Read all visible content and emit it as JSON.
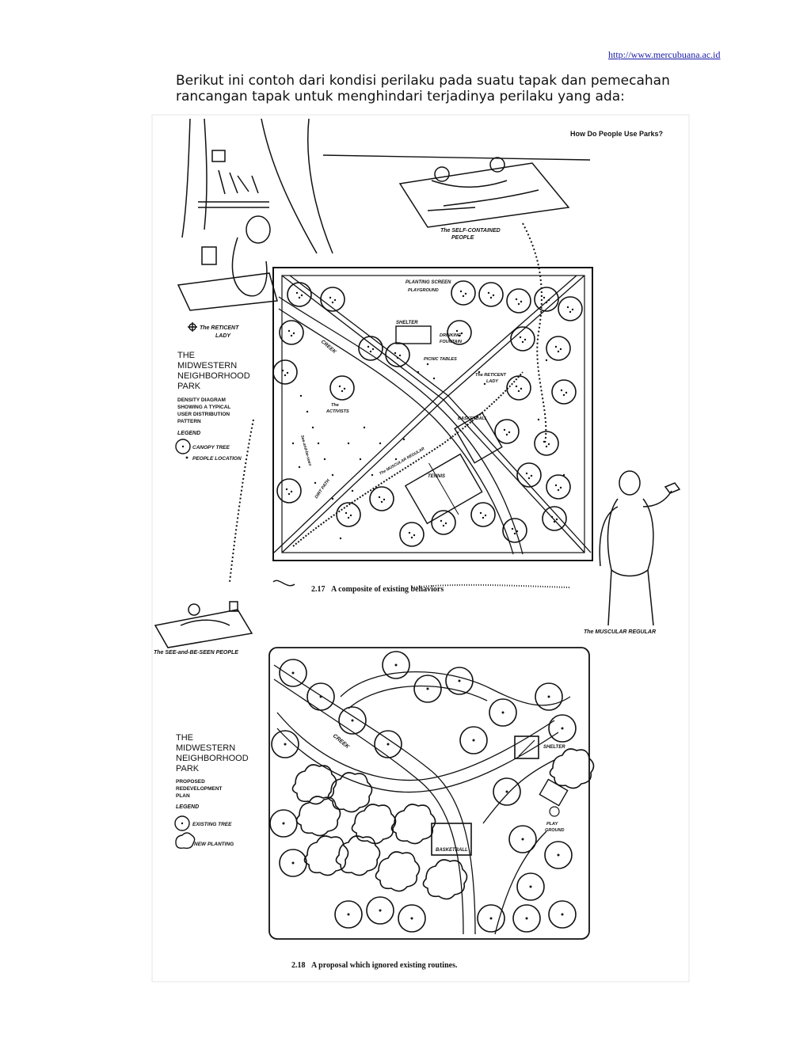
{
  "header": {
    "url": "http://www.mercubuana.ac.id"
  },
  "intro_text": "Berikut ini contoh dari kondisi perilaku pada suatu tapak dan pemecahan rancangan tapak untuk menghindari terjadinya perilaku yang ada:",
  "figure1": {
    "corner_note": "How Do People Use Parks?",
    "people": {
      "self_contained_1": "The SELF-CONTAINED",
      "self_contained_2": "PEOPLE",
      "reticent_1": "The RETICENT",
      "reticent_2": "LADY",
      "muscular": "The MUSCULAR REGULAR",
      "see_and_be_seen": "The SEE-and-BE-SEEN PEOPLE"
    },
    "title_lines": [
      "THE",
      "MIDWESTERN",
      "NEIGHBORHOOD",
      "PARK"
    ],
    "subtitle_lines": [
      "DENSITY DIAGRAM",
      "SHOWING A TYPICAL",
      "USER DISTRIBUTION",
      "PATTERN"
    ],
    "legend_title": "LEGEND",
    "legend_items": [
      "CANOPY TREE",
      "PEOPLE LOCATION"
    ],
    "map_labels": {
      "planting_screen": "PLANTING SCREEN",
      "playground": "PLAYGROUND",
      "shelter": "SHELTER",
      "drinking_fountain_1": "DRINKING",
      "drinking_fountain_2": "FOUNTAIN",
      "creek": "CREEK",
      "picnic_tables": "PICNIC TABLES",
      "reticent_lady_1": "The RETICENT",
      "reticent_lady_2": "LADY",
      "the_activists_1": "The",
      "the_activists_2": "ACTIVISTS",
      "basketball": "BASKETBALL",
      "tennis": "TENNIS",
      "dirt_path": "DIRT PATH",
      "muscular_regular_path": "The MUSCULAR REGULAR",
      "see_path": "See-and-be-seen"
    },
    "caption_num": "2.17",
    "caption_text": "A composite of existing behaviors"
  },
  "figure2": {
    "title_lines": [
      "THE",
      "MIDWESTERN",
      "NEIGHBORHOOD",
      "PARK"
    ],
    "subtitle_lines": [
      "PROPOSED",
      "REDEVELOPMENT",
      "PLAN"
    ],
    "legend_title": "LEGEND",
    "legend_items": [
      "EXISTING TREE",
      "NEW PLANTING"
    ],
    "map_labels": {
      "creek": "CREEK",
      "shelter": "SHELTER",
      "playground_1": "PLAY",
      "playground_2": "GROUND",
      "basketball": "BASKETBALL"
    },
    "caption_num": "2.18",
    "caption_text": "A proposal which ignored existing routines."
  }
}
